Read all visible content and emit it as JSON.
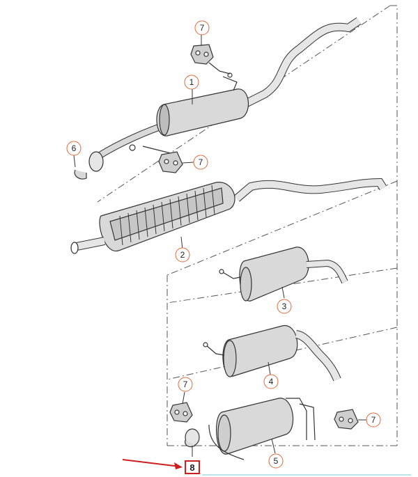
{
  "diagram": {
    "callouts": [
      {
        "id": "callout-1",
        "label": "1"
      },
      {
        "id": "callout-2",
        "label": "2"
      },
      {
        "id": "callout-3",
        "label": "3"
      },
      {
        "id": "callout-4",
        "label": "4"
      },
      {
        "id": "callout-5",
        "label": "5"
      },
      {
        "id": "callout-6",
        "label": "6"
      },
      {
        "id": "callout-7a",
        "label": "7"
      },
      {
        "id": "callout-7b",
        "label": "7"
      },
      {
        "id": "callout-7c",
        "label": "7"
      },
      {
        "id": "callout-7d",
        "label": "7"
      }
    ],
    "highlight": {
      "label": "8"
    },
    "colors": {
      "line": "#333333",
      "part_fill": "#d9d9d9",
      "part_fill_dark": "#b5b5b5",
      "callout_ring": "#e06a3a",
      "highlight_box": "#d11d1d",
      "arrow": "#d11d1d",
      "dash": "#555555",
      "bottom_rule": "#bfe3ee"
    }
  }
}
